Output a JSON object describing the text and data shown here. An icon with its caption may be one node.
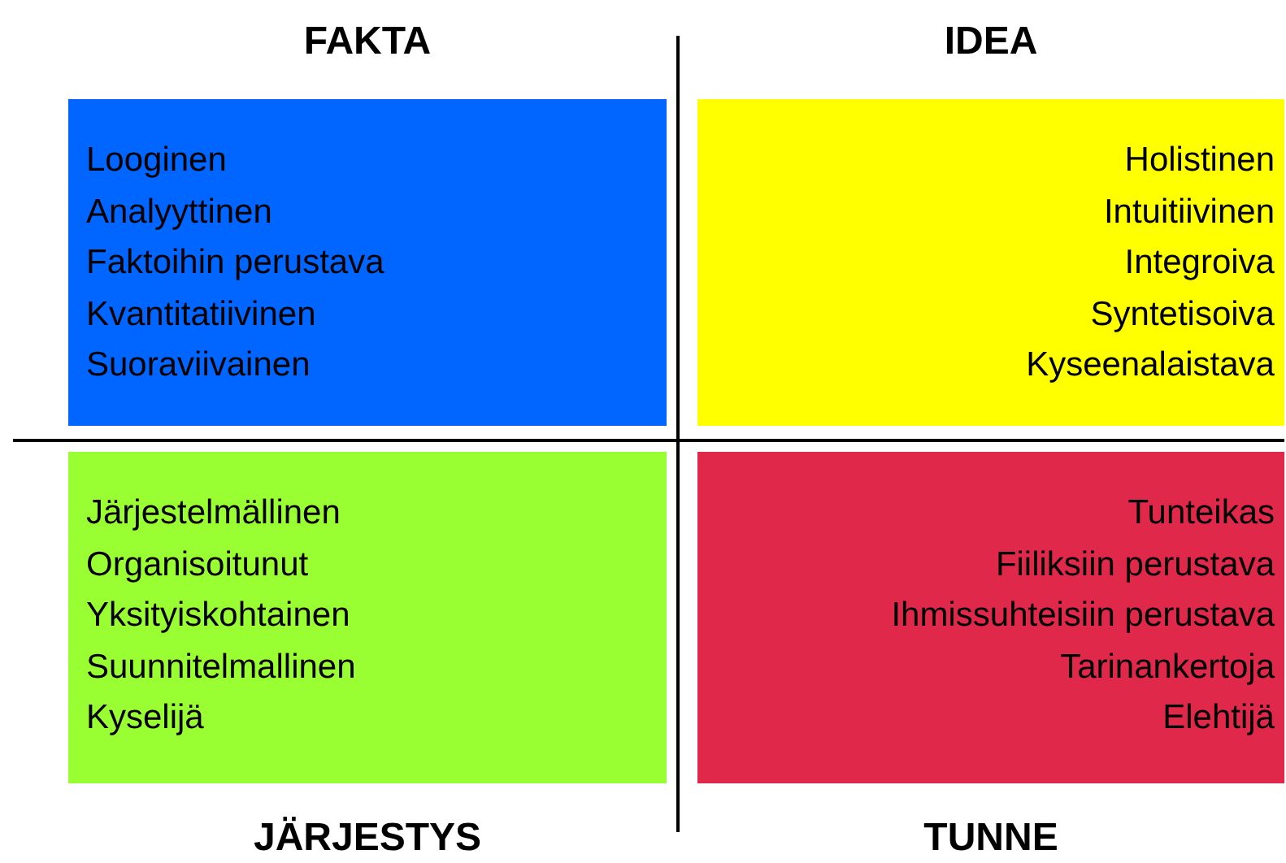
{
  "diagram": {
    "nodes": [
      {
        "text": [
          "FAKTA",
          "Looginen",
          "Analyyttinen",
          "Faktoihin perustava",
          "Kvantitatiivinen",
          "Suoraviivainen"
        ]
      },
      {
        "text": [
          "IDEA",
          "Holistinen",
          "Intuitiivinen",
          "Integroiva",
          "Syntetisoiva",
          "Kyseenalaistava"
        ]
      },
      {
        "text": [
          "JÄRJESTYS",
          "Järjestelmällinen",
          "Organisoitunut",
          "Yksityiskohtainen",
          "Suunnitelmallinen",
          "Kyselijä"
        ]
      },
      {
        "text": [
          "TUNNE",
          "Tunteikas",
          "Fiiliksiin perustava",
          "Ihmissuhteisiin perustava",
          "Tarinankertoja",
          "Elehtijä"
        ]
      }
    ],
    "edges": []
  }
}
